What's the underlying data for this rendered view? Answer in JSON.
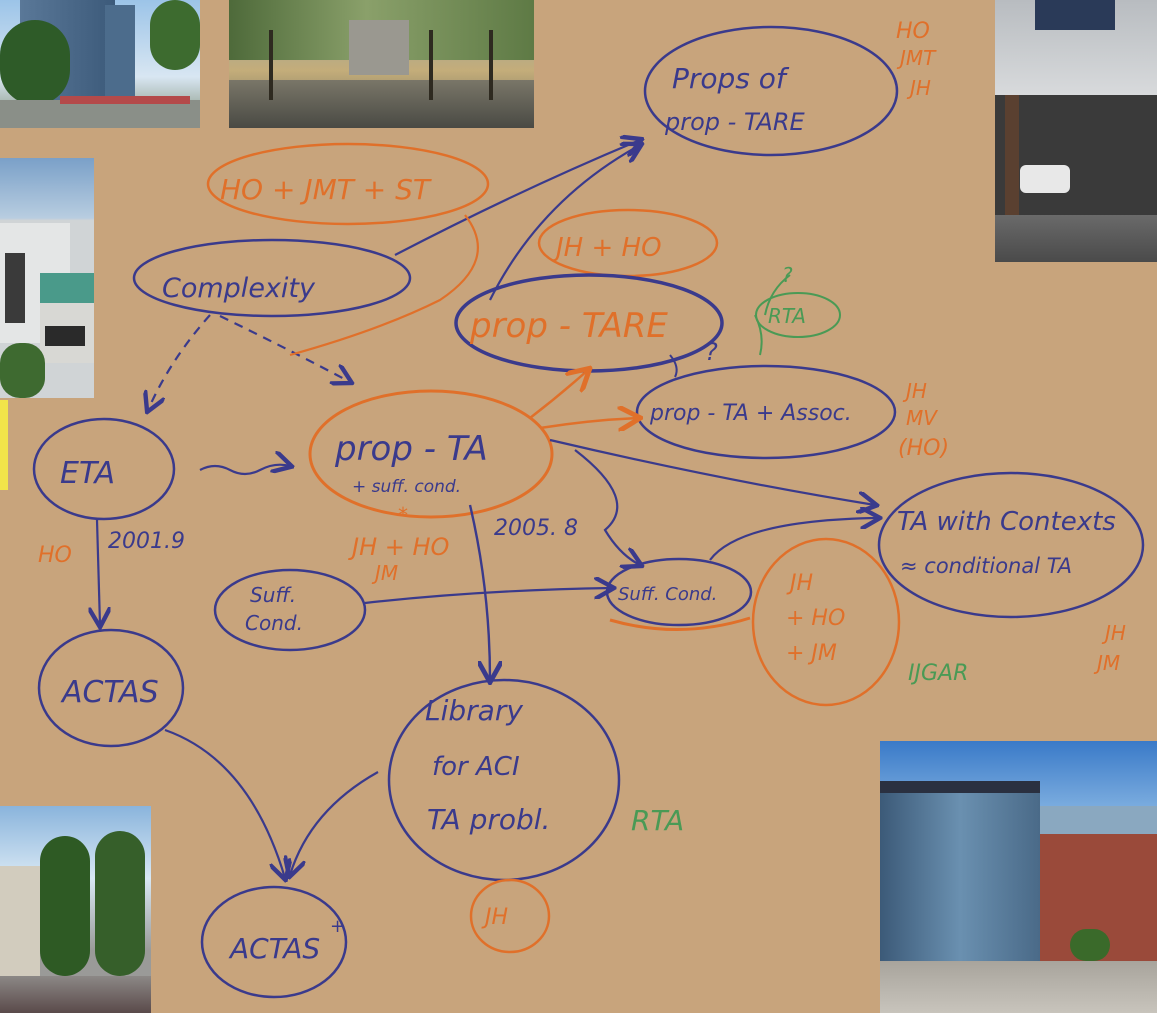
{
  "nodes": {
    "props_of_prop_tare": [
      "Props of",
      "prop - TARE"
    ],
    "ho_jmt_st": "HO + JMT + ST",
    "complexity": "Complexity",
    "jh_ho_top": "JH + HO",
    "prop_tare": "prop - TARE",
    "rta_small": "RTA",
    "prop_ta_assoc": "prop - TA + Assoc.",
    "eta": "ETA",
    "prop_ta": "prop - TA",
    "prop_ta_sub": "+ suff. cond.",
    "ta_with_contexts": [
      "TA with Contexts",
      "≈ conditional TA"
    ],
    "suff_cond_left": [
      "Suff.",
      "Cond."
    ],
    "suff_cond_mid": "Suff. Cond.",
    "jh_ho_jm_circle": [
      "JH",
      "+ HO",
      "+ JM"
    ],
    "actas": "ACTAS",
    "library": [
      "Library",
      "for ACI",
      "TA probl."
    ],
    "actas_plus": "ACTAS",
    "actas_plus_sup": "+",
    "jh_bottom": "JH"
  },
  "labels": {
    "top_right": [
      "HO",
      "JMT",
      "JH"
    ],
    "right_mid": [
      "JH",
      "MV",
      "(HO)"
    ],
    "right_lower": [
      "JH",
      "JM"
    ],
    "ho_left": "HO",
    "year_2001": "2001.9",
    "year_2005": "2005. 8",
    "jh_ho_jm_under_prop_ta": [
      "JH + HO",
      "JM"
    ],
    "ijgar": "IJGAR",
    "rta_bottom": "RTA",
    "question_1": "?",
    "question_2": "?",
    "star": "*"
  },
  "colors": {
    "board": "#c8a47c",
    "blue_ink": "#3a3a8c",
    "orange_ink": "#e0702a",
    "green_ink": "#4a9a55",
    "highlight_yellow": "#f2e44a"
  },
  "photos": [
    {
      "name": "city-street-photo",
      "scene": "city street with buildings and trees"
    },
    {
      "name": "campus-path-photo",
      "scene": "tree-lined campus path"
    },
    {
      "name": "building-entrance-photo",
      "scene": "modern building entrance with parked car"
    },
    {
      "name": "white-building-photo",
      "scene": "white building with green roof"
    },
    {
      "name": "tall-trees-photo",
      "scene": "tall trees in front of building"
    },
    {
      "name": "glass-building-photo",
      "scene": "glass and brick office building"
    }
  ]
}
